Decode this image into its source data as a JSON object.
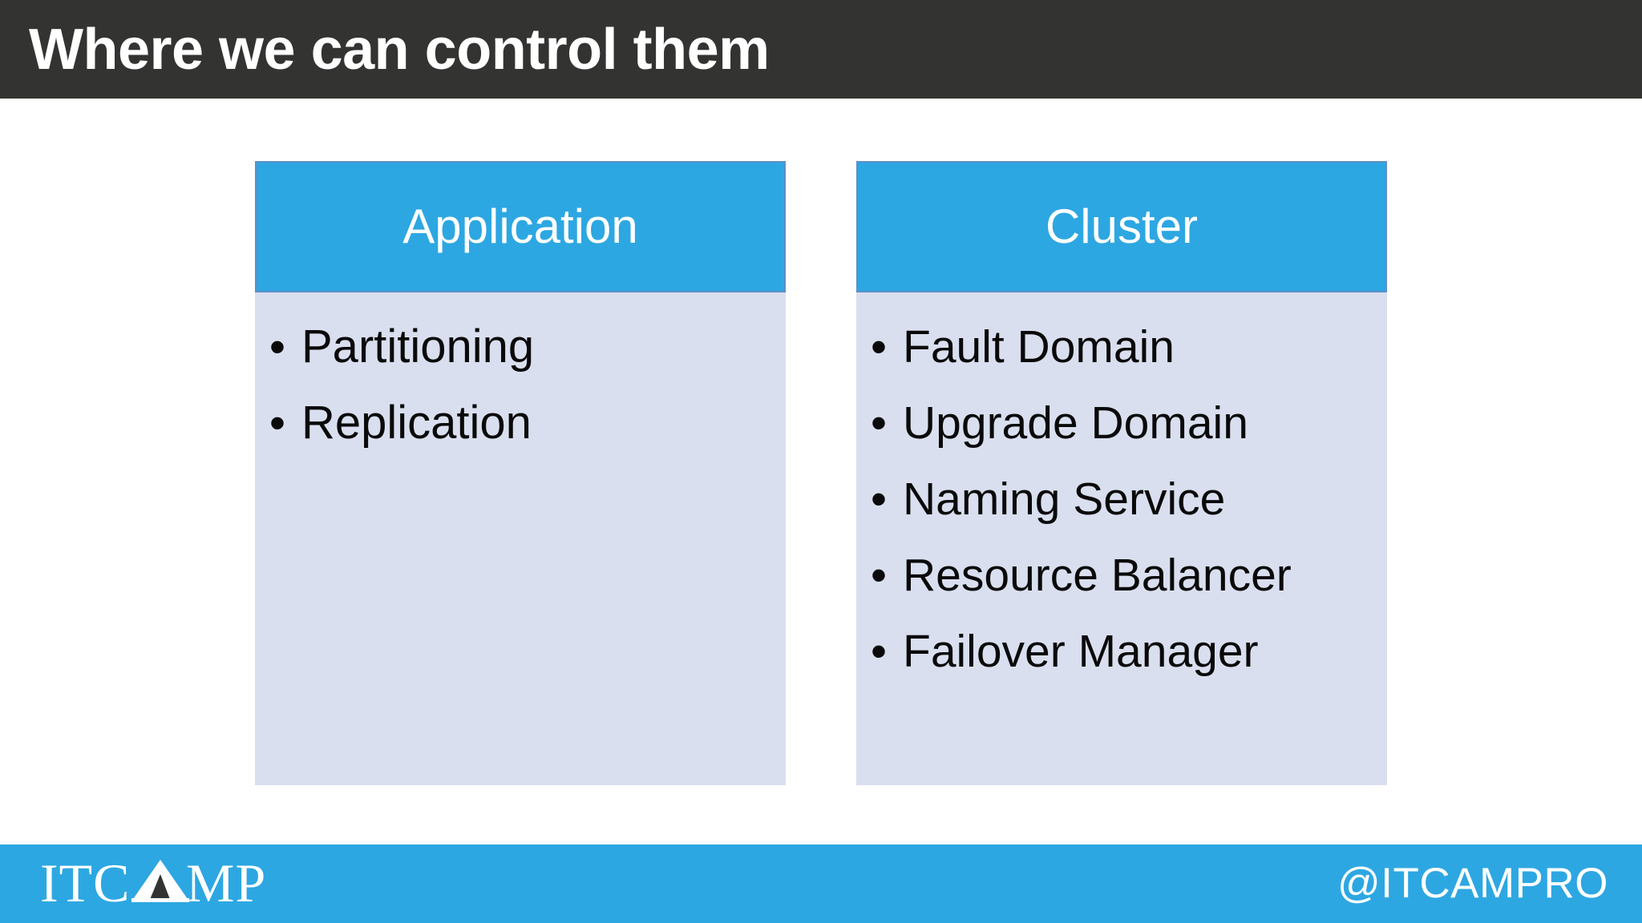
{
  "slide": {
    "title": "Where we can control them",
    "title_bar_color": "#333331",
    "background_color": "#FFFFFF"
  },
  "cards": [
    {
      "header": "Application",
      "header_color": "#2DA7E2",
      "body_color": "#D9DFEF",
      "bullet_glyph": "•",
      "items": [
        "Partitioning",
        "Replication"
      ]
    },
    {
      "header": "Cluster",
      "header_color": "#2DA7E2",
      "body_color": "#D9DFEF",
      "bullet_glyph": "•",
      "items": [
        "Fault Domain",
        "Upgrade Domain",
        "Naming Service",
        "Resource Balancer",
        "Failover Manager"
      ]
    }
  ],
  "footer": {
    "bar_color": "#2DA7E2",
    "logo_text": "ITCAMP",
    "logo_mark": "itcamp-tent-logo",
    "social_handle": "@ITCAMPRO"
  }
}
